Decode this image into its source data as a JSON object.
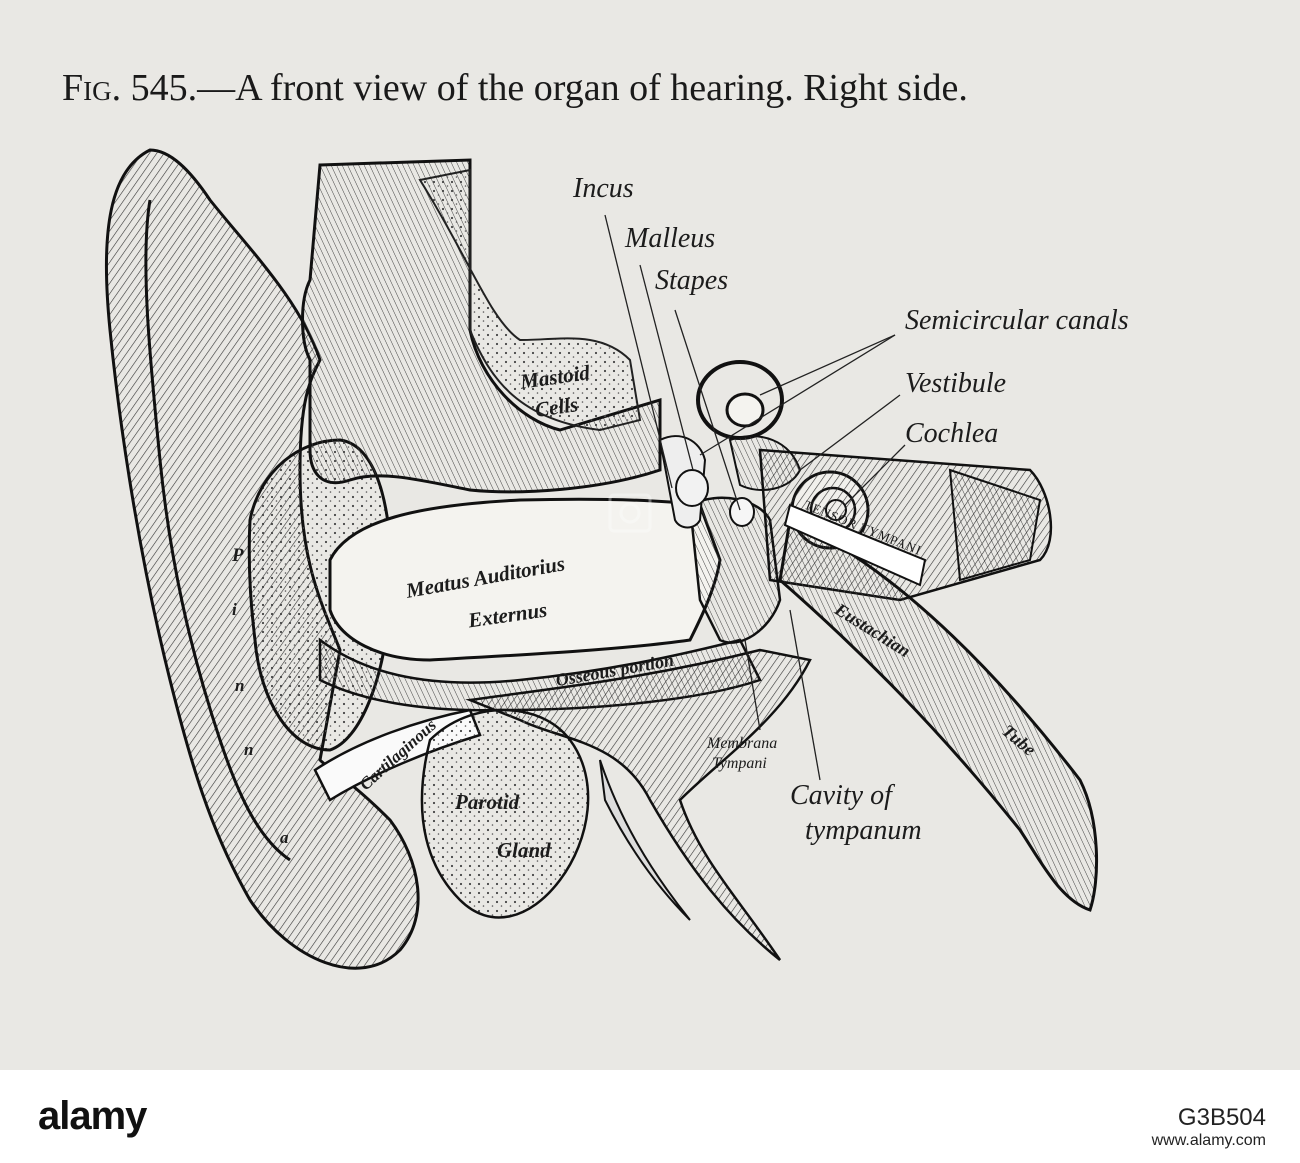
{
  "figure": {
    "fig_label": "Fig.",
    "caption_rest": "545.—A front view of the organ of hearing.   Right side.",
    "labels": {
      "incus": "Incus",
      "malleus": "Malleus",
      "stapes": "Stapes",
      "semicircular_canals": "Semicircular canals",
      "vestibule": "Vestibule",
      "cochlea": "Cochlea",
      "mastoid": "Mastoid",
      "cells": "Cells",
      "meatus": "Meatus Auditorius",
      "externus": "Externus",
      "osseous": "Osseous portion",
      "cartilaginous": "Cartilaginous",
      "parotid": "Parotid",
      "gland": "Gland",
      "membrana": "Membrana",
      "tympani": "Tympani",
      "cavity_of": "Cavity of",
      "tympanum": "tympanum",
      "eustachian": "Eustachian",
      "tube": "Tube",
      "tensor_tympani": "TENSOR TYMPANI",
      "pinna_p": "P",
      "pinna_i": "i",
      "pinna_n1": "n",
      "pinna_n2": "n",
      "pinna_a": "a"
    }
  },
  "watermark": {
    "icon": "alamy-watermark-icon"
  },
  "footer": {
    "brand": "alamy",
    "stock_id": "G3B504",
    "url": "www.alamy.com"
  },
  "colors": {
    "paper": "#e9e8e4",
    "ink": "#1c1c1c"
  }
}
